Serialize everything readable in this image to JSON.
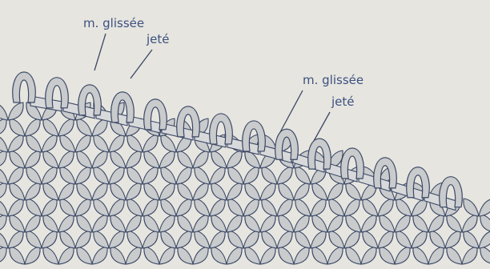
{
  "labels": {
    "slipped_stitch_1": "m. glissée",
    "yarn_over_1": "jeté",
    "slipped_stitch_2": "m. glissée",
    "yarn_over_2": "jeté"
  },
  "colors": {
    "background": "#e6e5df",
    "yarn_fill": "#c9cbcc",
    "yarn_outline": "#3b4866",
    "label_text": "#3d5080"
  }
}
